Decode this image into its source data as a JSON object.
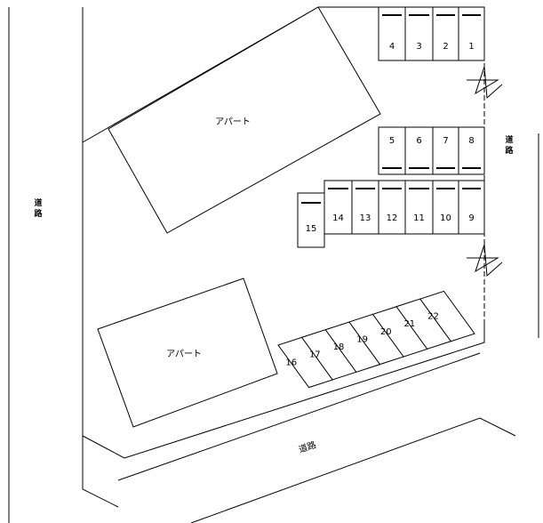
{
  "labels": {
    "apartment_top": "アパート",
    "apartment_bottom": "アパート",
    "road_left": [
      "道",
      "路"
    ],
    "road_right": [
      "道",
      "路"
    ],
    "road_bottom": "道路"
  },
  "stalls": [
    "1",
    "2",
    "3",
    "4",
    "5",
    "6",
    "7",
    "8",
    "9",
    "10",
    "11",
    "12",
    "13",
    "14",
    "15",
    "16",
    "17",
    "18",
    "19",
    "20",
    "21",
    "22"
  ]
}
